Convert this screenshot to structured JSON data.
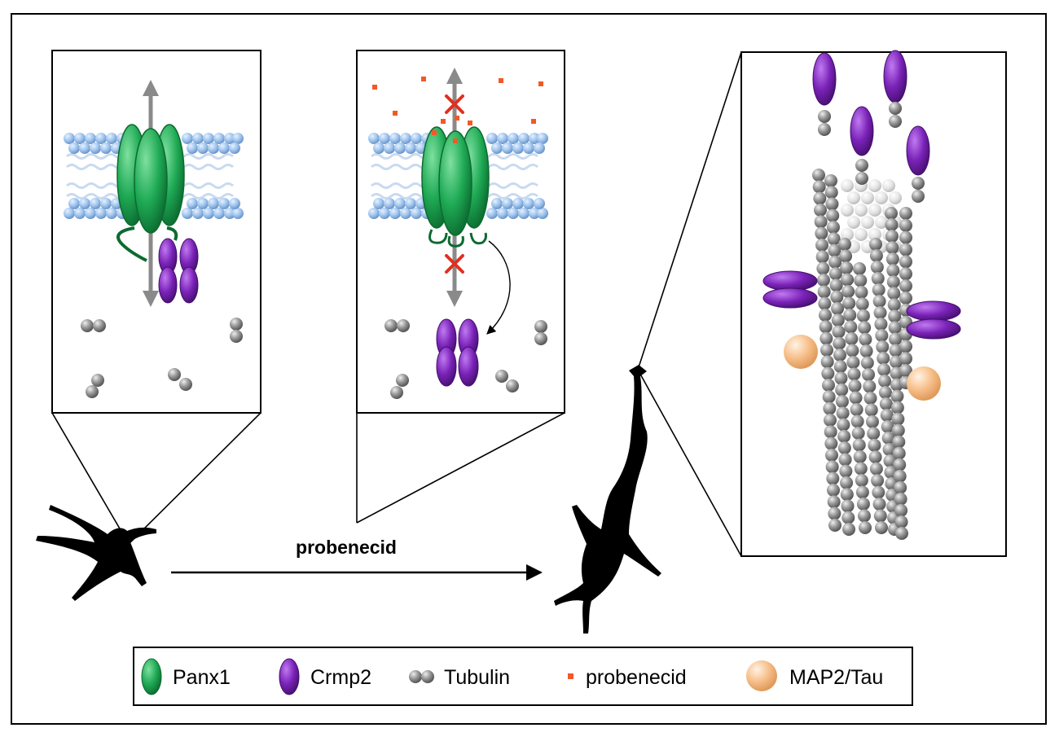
{
  "arrow_label": "probenecid",
  "legend": {
    "panx1": "Panx1",
    "crmp2": "Crmp2",
    "tubulin": "Tubulin",
    "probenecid": "probenecid",
    "map2tau": "MAP2/Tau"
  },
  "colors": {
    "panx1": "#1faa55",
    "crmp2": "#7a22b8",
    "tubulin": "#8c8c8c",
    "probenecid": "#f05a28",
    "map2tau": "#f7c08c",
    "membrane": "#9cc2ec",
    "inhibition_cross": "#e03020"
  }
}
